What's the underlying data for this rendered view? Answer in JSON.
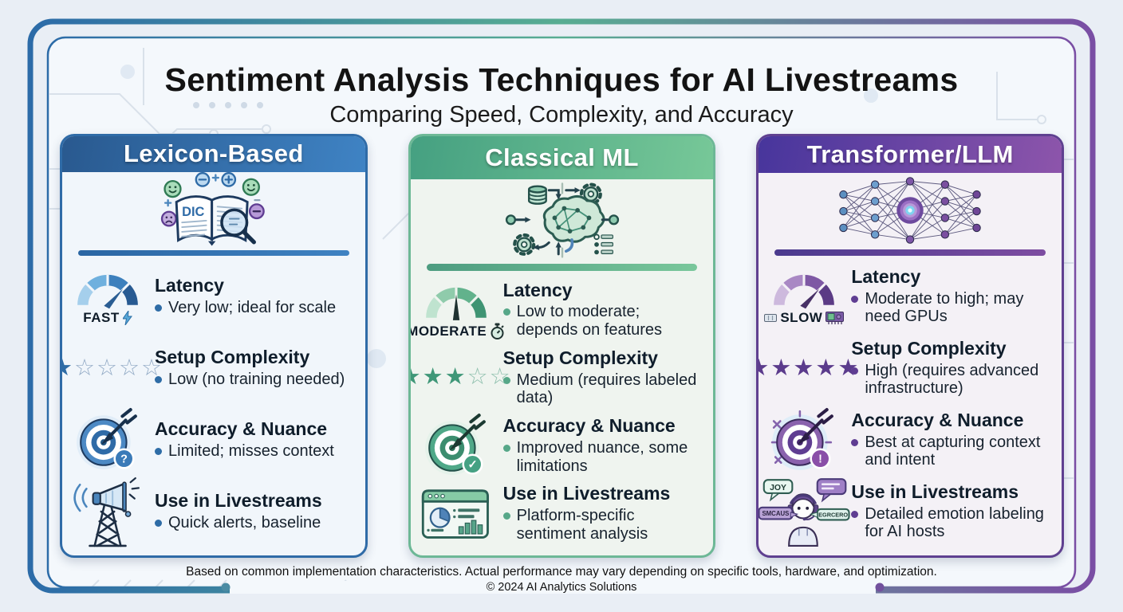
{
  "title": "Sentiment Analysis Techniques for AI Livestreams",
  "subtitle": "Comparing Speed, Complexity, and Accuracy",
  "colors": {
    "frame_gradient": [
      "#2c6ba8",
      "#58ad92",
      "#7a4ea4"
    ],
    "card_accents": [
      "#2f6ba7",
      "#45a081",
      "#5f3d92"
    ]
  },
  "cards": [
    {
      "title": "Lexicon-Based",
      "hero_label": "DIC",
      "gauge_label": "FAST",
      "stars_filled": "★",
      "stars_empty": "☆☆☆☆",
      "badge_glyph": "?",
      "sections": [
        {
          "heading": "Latency",
          "bullet": "Very low; ideal for scale"
        },
        {
          "heading": "Setup Complexity",
          "bullet": "Low (no training needed)"
        },
        {
          "heading": "Accuracy & Nuance",
          "bullet": "Limited; misses context"
        },
        {
          "heading": "Use in Livestreams",
          "bullet": "Quick alerts, baseline"
        }
      ]
    },
    {
      "title": "Classical ML",
      "gauge_label": "MODERATE",
      "stars_filled": "★★★",
      "stars_empty": "☆☆",
      "badge_glyph": "✓",
      "sections": [
        {
          "heading": "Latency",
          "bullet": "Low to moderate; depends on features"
        },
        {
          "heading": "Setup Complexity",
          "bullet": "Medium (requires labeled data)"
        },
        {
          "heading": "Accuracy & Nuance",
          "bullet": "Improved nuance, some limitations"
        },
        {
          "heading": "Use in Livestreams",
          "bullet": "Platform-specific sentiment analysis"
        }
      ]
    },
    {
      "title": "Transformer/LLM",
      "gauge_label": "SLOW",
      "stars_filled": "★★★★★",
      "stars_empty": "",
      "badge_glyph": "!",
      "bubbles": {
        "top_left": "JOY",
        "left": "SMCAUS",
        "right": "EGRCERO"
      },
      "sections": [
        {
          "heading": "Latency",
          "bullet": "Moderate to high; may need GPUs"
        },
        {
          "heading": "Setup Complexity",
          "bullet": "High (requires advanced infrastructure)"
        },
        {
          "heading": "Accuracy & Nuance",
          "bullet": "Best at capturing context and intent"
        },
        {
          "heading": "Use in Livestreams",
          "bullet": "Detailed emotion labeling for AI hosts"
        }
      ]
    }
  ],
  "footer": {
    "disclaimer": "Based on common implementation characteristics. Actual performance may vary depending on specific tools, hardware, and optimization.",
    "copyright": "© 2024 AI Analytics Solutions"
  }
}
